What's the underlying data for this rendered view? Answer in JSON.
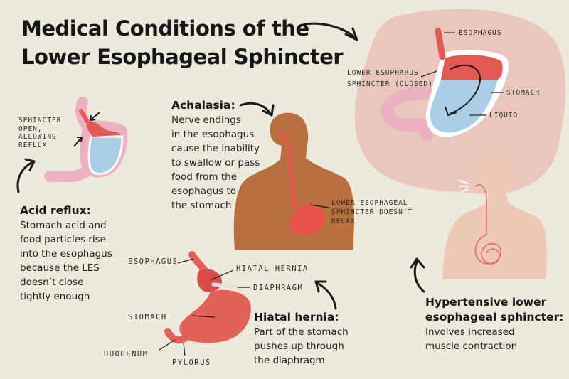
{
  "title": {
    "line1": "Medical Conditions of the",
    "line2": "Lower Esophageal Sphincter"
  },
  "normal_stomach": {
    "labels": {
      "esophagus": "ESOPHAGUS",
      "sphincter_line1": "LOWER ESOPHAHUS",
      "sphincter_line2": "SPHINCTER (CLOSED)",
      "stomach": "STOMACH",
      "liquid": "LIQUID"
    }
  },
  "acid_reflux": {
    "label_lines": [
      "SPHINCTER",
      "OPEN,",
      "ALLOWING",
      "REFLUX"
    ],
    "heading": "Acid reflux:",
    "body_lines": [
      "Stomach acid and",
      "food particles rise",
      "into the esophagus",
      "because the LES",
      "doesn’t close",
      "tightly enough"
    ]
  },
  "achalasia": {
    "heading": "Achalasia:",
    "body_lines": [
      "Nerve endings",
      "in the esophagus",
      "cause the inability",
      "to swallow or pass",
      "food from the",
      "esophagus to",
      "the stomach"
    ],
    "label_lines": [
      "LOWER ESOPHAGEAL",
      "SPHINCTER DOESN’T",
      "RELAX"
    ]
  },
  "hiatal_hernia": {
    "labels": {
      "esophagus": "ESOPHAGUS",
      "hiatal_hernia": "HIATAL HERNIA",
      "diaphragm": "DIAPHRAGM",
      "stomach": "STOMACH",
      "duodenum": "DUODENUM",
      "pylorus": "PYLORUS"
    },
    "heading": "Hiatal hernia:",
    "body_lines": [
      "Part of the stomach",
      "pushes up through",
      "the diaphragm"
    ]
  },
  "hypertensive": {
    "heading_lines": [
      "Hypertensive lower",
      "esophageal sphincter:"
    ],
    "body_lines": [
      "Involves increased",
      "muscle contraction"
    ]
  },
  "colors": {
    "background": "#eee9dd",
    "blob": "#e9c7bd",
    "stomach_pink": "#eeb1c2",
    "acid_red": "#e25a53",
    "liquid_blue": "#a9cfe8",
    "body_brown": "#b9703f",
    "body_peach": "#edc8b6",
    "hernia_red": "#e2625a"
  }
}
